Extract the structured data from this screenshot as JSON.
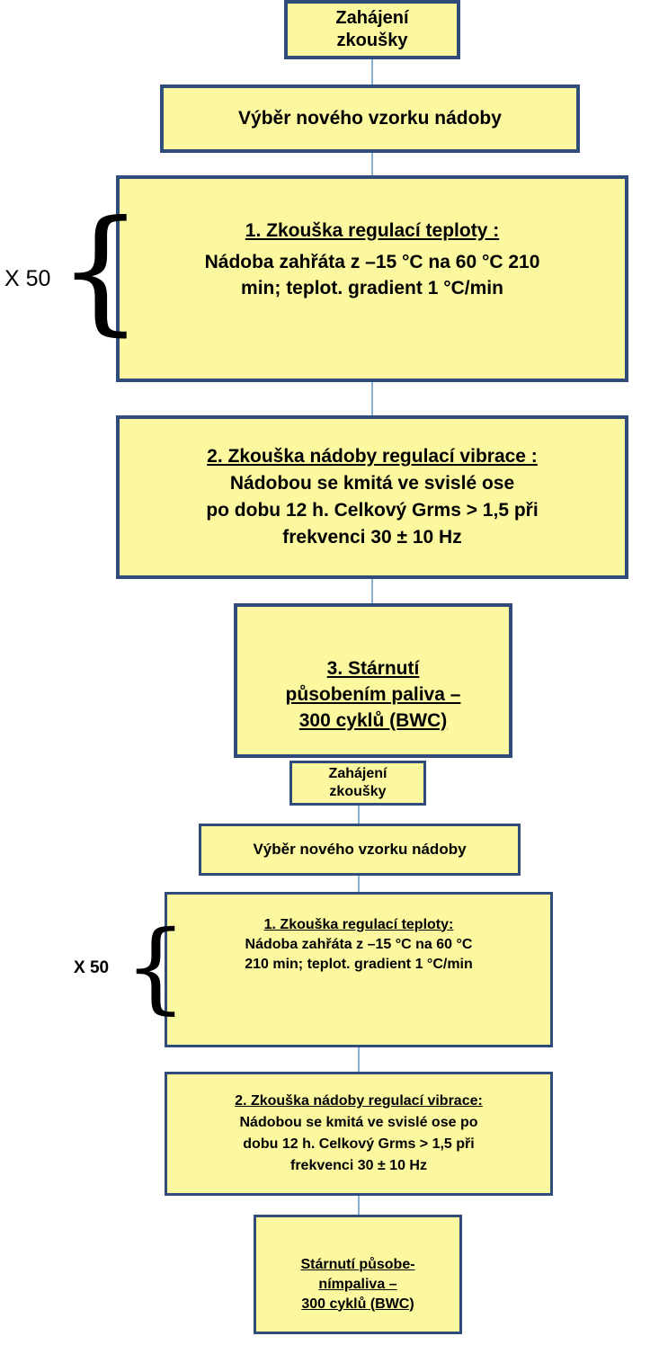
{
  "colors": {
    "box_fill": "#fcf8a0",
    "box_border": "#2f4c7a",
    "connector": "#8ab0d0"
  },
  "flow_top": {
    "start": [
      "Zahájení",
      "zkoušky"
    ],
    "select": "Výběr nového vzorku nádoby",
    "temp_test": {
      "title": "1. Zkouška regulací teploty :",
      "lines": [
        "Nádoba zahřáta z –15 °C na 60 °C 210",
        "min; teplot. gradient 1 °C/min"
      ]
    },
    "vibration_test": {
      "title": "2. Zkouška nádoby regulací vibrace :",
      "lines": [
        "Nádobou se kmitá ve svislé ose",
        "po dobu 12 h. Celkový Grms > 1,5 při",
        "frekvenci 30 ± 10 Hz"
      ]
    },
    "aging": [
      "3. Stárnutí",
      "působením paliva –",
      "300 cyklů (BWC)"
    ],
    "repeat_label": "X 50"
  },
  "flow_bottom": {
    "start": [
      "Zahájení",
      "zkoušky"
    ],
    "select": "Výběr nového vzorku nádoby",
    "temp_test": {
      "title": "1. Zkouška regulací teploty:",
      "lines": [
        "Nádoba zahřáta z –15 °C na 60 °C",
        "210 min; teplot. gradient 1 °C/min"
      ]
    },
    "vibration_test": {
      "title": "2. Zkouška nádoby regulací vibrace:",
      "lines": [
        "Nádobou se kmitá ve svislé ose po",
        "dobu 12 h. Celkový Grms > 1,5 při",
        "frekvenci 30 ± 10 Hz"
      ]
    },
    "aging": [
      "Stárnutí působe-",
      "nímpaliva –",
      "300 cyklů (BWC)"
    ],
    "repeat_label": "X 50"
  }
}
